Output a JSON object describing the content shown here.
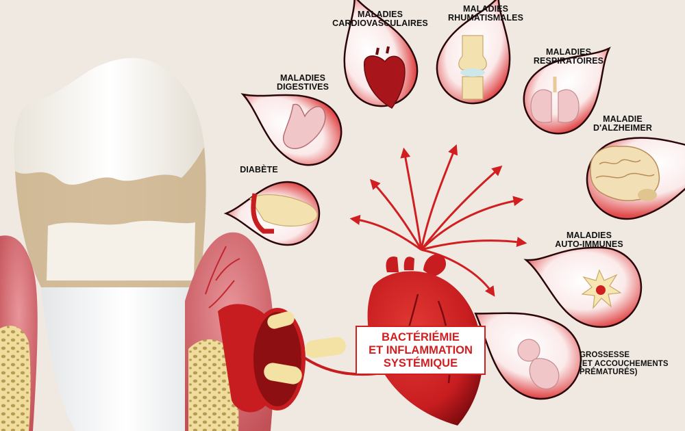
{
  "central_label": [
    "BACTÉRIÉMIE",
    "ET INFLAMMATION",
    "SYSTÉMIQUE"
  ],
  "diseases": [
    {
      "id": "diabete",
      "lines": [
        "DIABÈTE"
      ],
      "icon": "pancreas-icon"
    },
    {
      "id": "digestives",
      "lines": [
        "MALADIES",
        "DIGESTIVES"
      ],
      "icon": "stomach-icon"
    },
    {
      "id": "cardio",
      "lines": [
        "MALADIES",
        "CARDIOVASCULAIRES"
      ],
      "icon": "heart-icon"
    },
    {
      "id": "rhumat",
      "lines": [
        "MALADIES",
        "RHUMATISMALES"
      ],
      "icon": "knee-joint-icon"
    },
    {
      "id": "respi",
      "lines": [
        "MALADIES",
        "RESPIRATOIRES"
      ],
      "icon": "lungs-icon"
    },
    {
      "id": "alzheimer",
      "lines": [
        "MALADIE",
        "D'ALZHEIMER"
      ],
      "icon": "brain-icon"
    },
    {
      "id": "autoimmunes",
      "lines": [
        "MALADIES",
        "AUTO-IMMUNES"
      ],
      "icon": "immune-cell-icon"
    },
    {
      "id": "grossesse",
      "lines": [
        "GROSSESSE",
        "(ET ACCOUCHEMENTS",
        "PRÉMATURÉS)"
      ],
      "icon": "fetus-icon"
    }
  ],
  "colors": {
    "background": "#efe9e1",
    "accent_red": "#d01e21",
    "dark_red": "#8e0f12",
    "gum_pink": "#d8767b",
    "enamel": "#f3f1ec",
    "dentin": "#cbb189",
    "bone": "#f0dc9c",
    "bacteria": "#f3e2a4"
  }
}
